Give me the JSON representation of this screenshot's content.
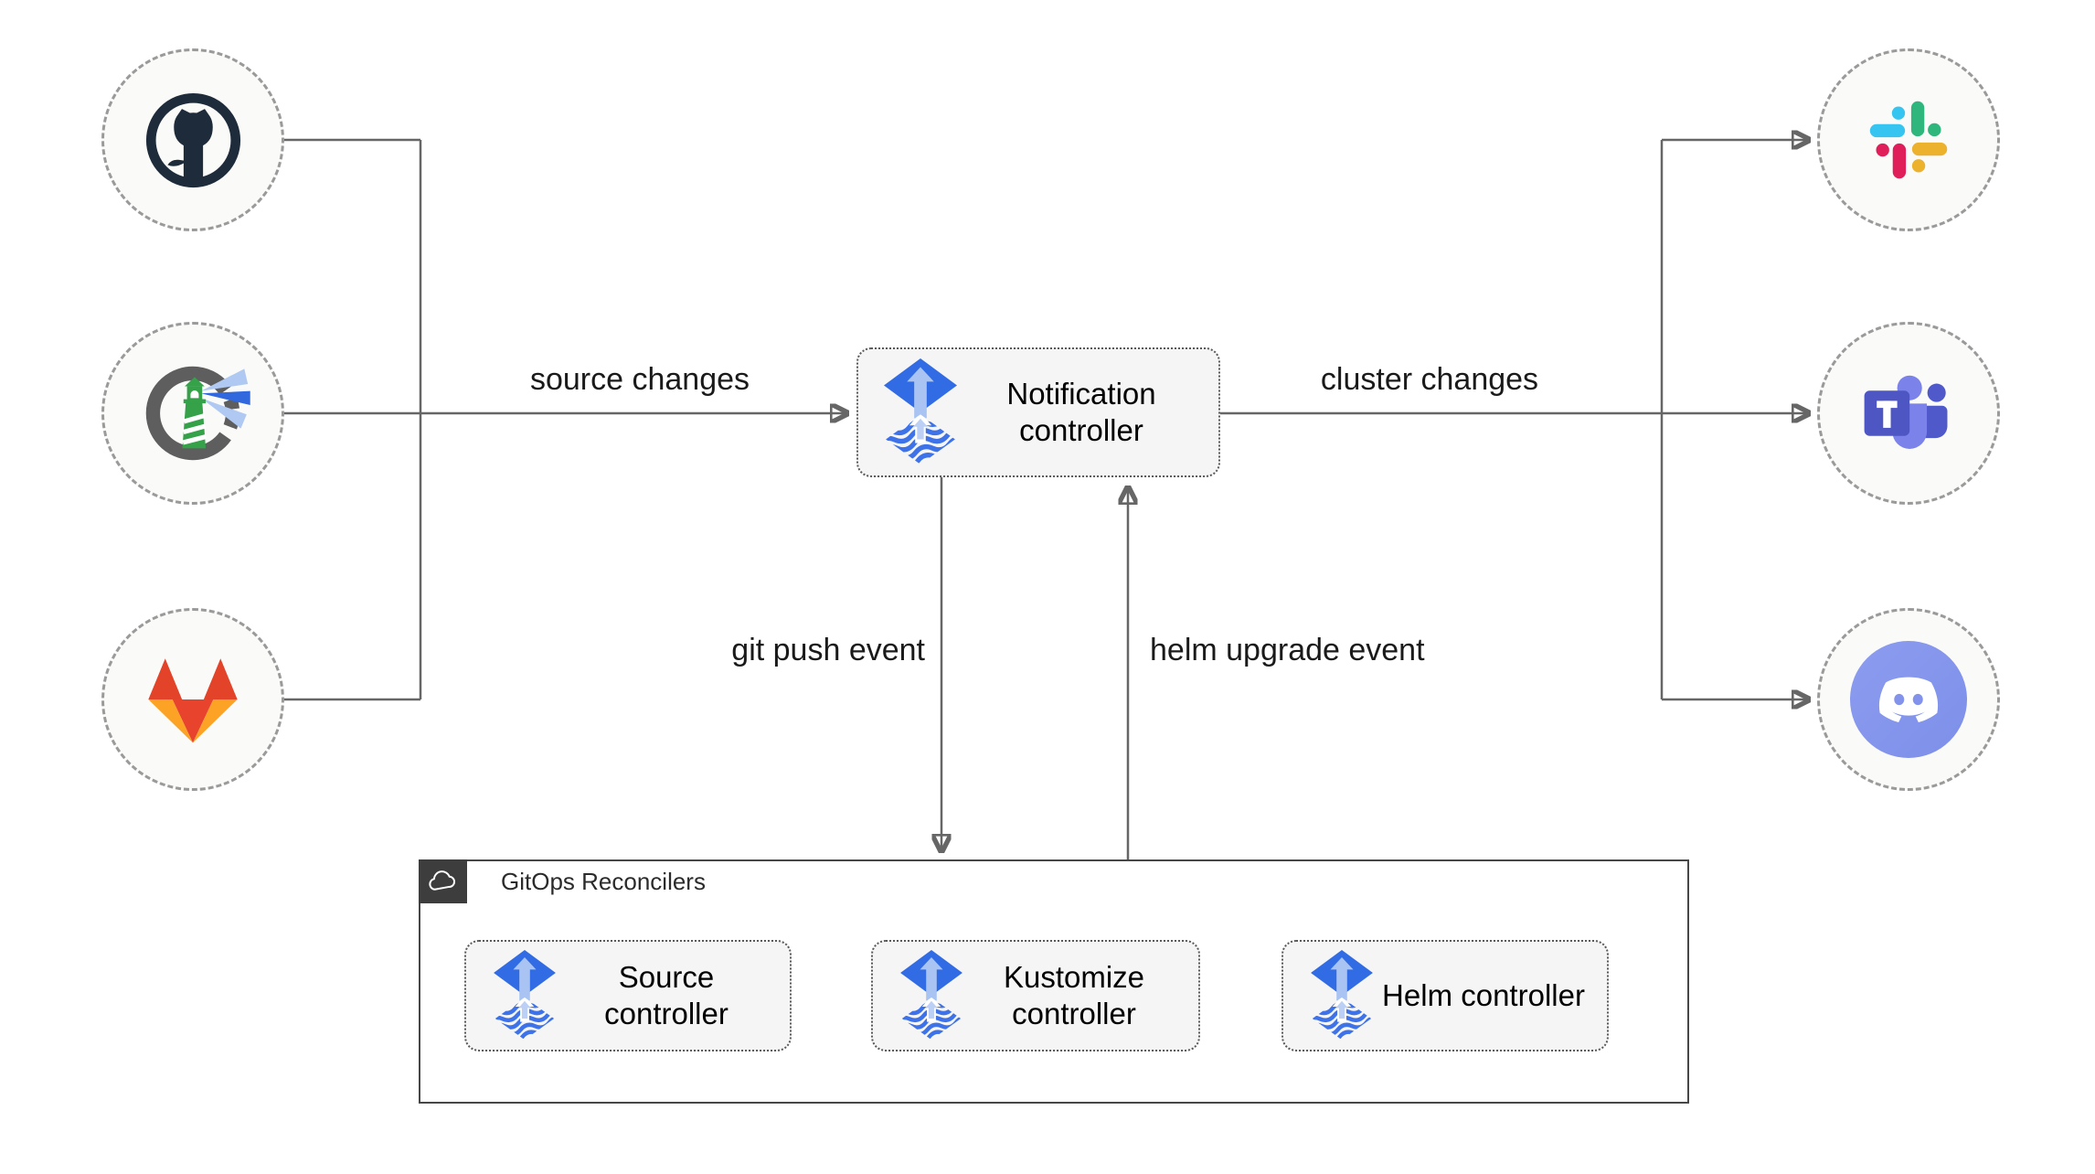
{
  "diagram": {
    "sources": [
      {
        "name": "GitHub",
        "icon": "github-icon"
      },
      {
        "name": "Harbor",
        "icon": "harbor-icon"
      },
      {
        "name": "GitLab",
        "icon": "gitlab-icon"
      }
    ],
    "notification": {
      "label": "Notification controller",
      "icon": "flux-icon"
    },
    "targets": [
      {
        "name": "Slack",
        "icon": "slack-icon"
      },
      {
        "name": "Microsoft Teams",
        "icon": "teams-icon"
      },
      {
        "name": "Discord",
        "icon": "discord-icon"
      }
    ],
    "edges": {
      "source_changes": "source changes",
      "cluster_changes": "cluster changes",
      "git_push": "git push event",
      "helm_upgrade": "helm upgrade event"
    },
    "group": {
      "title": "GitOps Reconcilers",
      "icon": "cloud-icon",
      "nodes": [
        {
          "label": "Source controller",
          "icon": "flux-icon"
        },
        {
          "label": "Kustomize controller",
          "icon": "flux-icon"
        },
        {
          "label": "Helm controller",
          "icon": "flux-icon"
        }
      ]
    },
    "colors": {
      "flux_blue": "#316CE4",
      "flux_light_arrow": "#A9C4F2",
      "connector_gray": "#666666",
      "node_fill": "#F5F5F5",
      "circle_fill": "#FAFAF8",
      "dashed_border": "#9A9A9A",
      "group_border": "#474747",
      "badge_dark": "#3D3D3D",
      "slack_blue": "#36C5F0",
      "slack_green": "#2EB67D",
      "slack_red": "#E01E5A",
      "slack_yellow": "#ECB22E",
      "discord_blurple": "#8393EC",
      "teams_purple": "#4E56C4",
      "teams_light": "#7B83EB",
      "teams_mid": "#5059C9",
      "github_dark": "#1E2B3A",
      "gitlab_red": "#E24329",
      "gitlab_yellow": "#FCA326",
      "harbor_gray": "#5E5E5E",
      "harbor_green": "#35A149"
    }
  }
}
